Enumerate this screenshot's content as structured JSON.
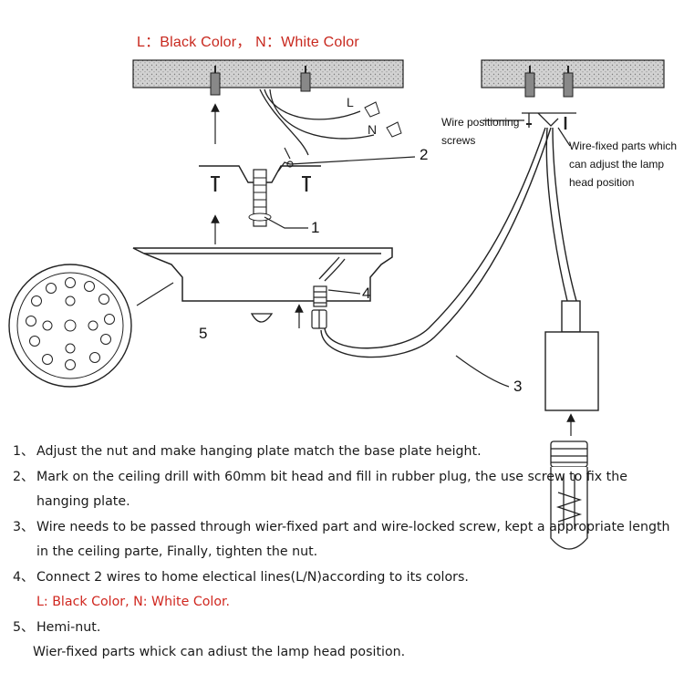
{
  "title": "L：Black Color， N：White Color",
  "labels": {
    "wire_l": "L",
    "wire_n": "N",
    "wire_positioning": "Wire positioning screws",
    "wire_fixed": "Wire-fixed parts which can adjust the lamp head position",
    "c1": "1",
    "c2": "2",
    "c3": "3",
    "c4": "4",
    "c5": "5"
  },
  "steps": [
    {
      "num": "1、",
      "text": "Adjust the nut and make hanging plate match the base plate height."
    },
    {
      "num": "2、",
      "text": "Mark on the ceiling drill with 60mm bit head and fill in rubber plug, the use screw to fix the hanging plate."
    },
    {
      "num": "3、",
      "text": "Wire needs to be passed through wier-fixed part and wire-locked screw, kept a appropriate length in the ceiling parte, Finally, tighten the nut."
    },
    {
      "num": "4、",
      "text": "Connect 2 wires to home electical lines(L/N)according to its colors.",
      "note": "L: Black Color, N: White Color."
    },
    {
      "num": "5、",
      "text": "Hemi-nut.",
      "note": "Wier-fixed parts whick can adiust the lamp head position."
    }
  ],
  "colors": {
    "note_red": "#d0271f",
    "line": "#1a1a1a",
    "ceiling_fill": "#bdbdbd"
  }
}
